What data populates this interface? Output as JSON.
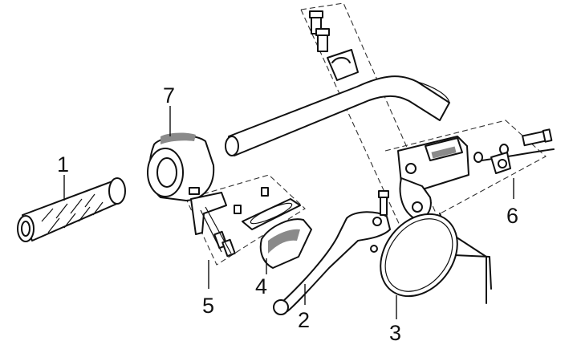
{
  "callouts": {
    "c1": "1",
    "c2": "2",
    "c3": "3",
    "c4": "4",
    "c5": "5",
    "c6": "6",
    "c7": "7"
  },
  "colors": {
    "ink": "#111111",
    "background": "#ffffff"
  }
}
